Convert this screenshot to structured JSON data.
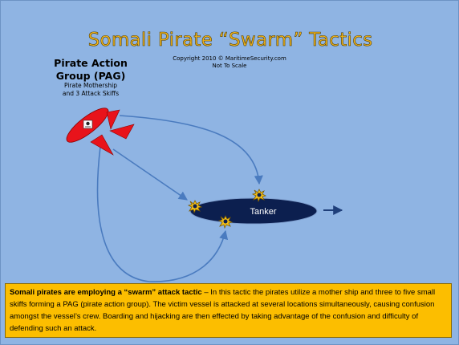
{
  "title": "Somali Pirate “Swarm” Tactics",
  "copyright": {
    "line1": "Copyright 2010 © MaritimeSecurity.com",
    "line2": "Not To Scale"
  },
  "pag": {
    "title_line1": "Pirate Action",
    "title_line2": "Group (PAG)",
    "sub_line1": "Pirate Mothership",
    "sub_line2": "and 3 Attack Skiffs"
  },
  "tanker_label": "Tanker",
  "info": {
    "bold": "Somali pirates are employing  a “swarm” attack tactic",
    "text": " – In this tactic the pirates utilize a mother ship and three to five small skiffs forming a PAG (pirate action group). The victim vessel is attacked at several locations simultaneously, causing confusion amongst the vessel’s crew. Boarding and hijacking are then effected by taking advantage of the confusion and difficulty of defending such an attack."
  },
  "colors": {
    "background": "#8fb4e3",
    "title": "#f0b41c",
    "tanker": "#0c1f4f",
    "mothership": "#e8131b",
    "arrow": "#4a7bbf",
    "info_box": "#fcbe00"
  }
}
